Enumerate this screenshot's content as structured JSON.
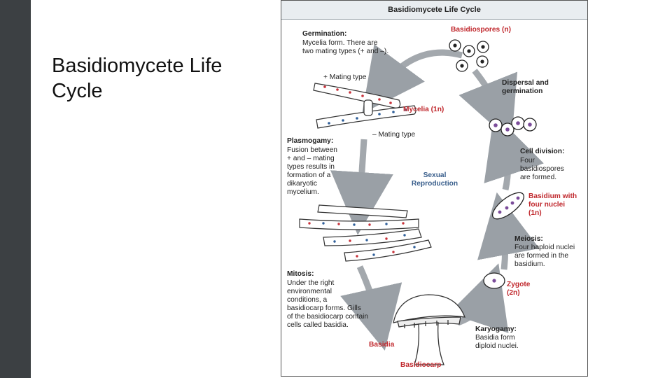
{
  "slide": {
    "title": "Basidiomycete Life Cycle"
  },
  "figure": {
    "header": "Basidiomycete Life Cycle",
    "center_label": [
      "Sexual",
      "Reproduction"
    ],
    "labels": {
      "germination_title": "Germination:",
      "germination_text": [
        "Mycelia form. There are",
        "two mating types (+ and –)."
      ],
      "basidiospores": "Basidiospores (n)",
      "dispersal": [
        "Dispersal and",
        "germination"
      ],
      "plus_mating": "+ Mating type",
      "mycelia": "Mycelia (1n)",
      "minus_mating": "– Mating type",
      "plasmogamy_title": "Plasmogamy:",
      "plasmogamy_text": [
        "Fusion between",
        "+ and – mating",
        "types results in",
        "formation of a",
        "dikaryotic",
        "mycelium."
      ],
      "cell_division_title": "Cell division:",
      "cell_division_text": [
        "Four",
        "basidiospores",
        "are formed."
      ],
      "basidium_four": [
        "Basidium with",
        "four nuclei",
        "(1n)"
      ],
      "meiosis_title": "Meiosis:",
      "meiosis_text": [
        "Four haploid nuclei",
        "are formed in the",
        "basidium."
      ],
      "mitosis_title": "Mitosis:",
      "mitosis_text": [
        "Under the right",
        "environmental",
        "conditions, a",
        "basidiocarp forms. Gills",
        "of the basidiocarp contain",
        "cells called basidia."
      ],
      "zygote": [
        "Zygote",
        "(2n)"
      ],
      "karyogamy_title": "Karyogamy:",
      "karyogamy_text": [
        "Basidia form",
        "diploid nuclei."
      ],
      "basidia": "Basidia",
      "basidiocarp": "Basidiocarp"
    },
    "colors": {
      "red_label": "#c0282d",
      "blue_label": "#3a5f8c",
      "nucleus_red": "#c8323a",
      "nucleus_blue": "#2f5f9a",
      "nucleus_purple": "#7b4c9a",
      "arrow": "#9aa0a6"
    }
  }
}
